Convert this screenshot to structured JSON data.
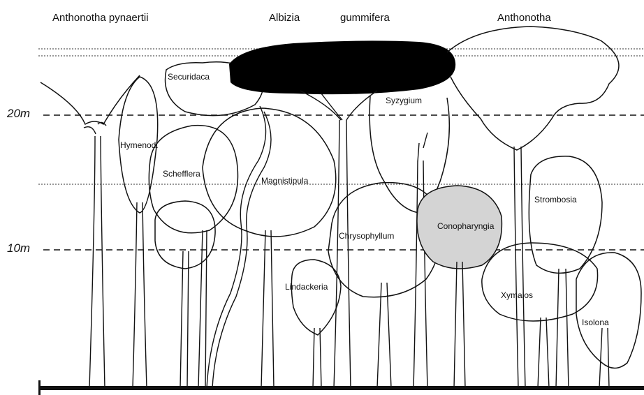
{
  "titles": {
    "anthonotha_left": "Anthonotha pynaertii",
    "albizia": "Albizia",
    "gummifera": "gummifera",
    "anthonotha_right": "Anthonotha"
  },
  "scale": {
    "mark_20": "20m",
    "mark_10": "10m"
  },
  "species": {
    "securidaca": "Securidaca",
    "syzygium": "Syzygium",
    "hymenod": "Hymenod.",
    "schefflera": "Schefflera",
    "magnistipula": "Magnistipula",
    "strombosia": "Strombosia",
    "conopharyngia": "Conopharyngia",
    "chrysophyllum": "Chrysophyllum",
    "lindackeria": "Lindackeria",
    "xymalos": "Xymalos",
    "isolona": "Isolona"
  },
  "colors": {
    "ink": "#111111",
    "albizia_crown": "#000000",
    "conopharyngia_fill": "#d4d4d4"
  }
}
